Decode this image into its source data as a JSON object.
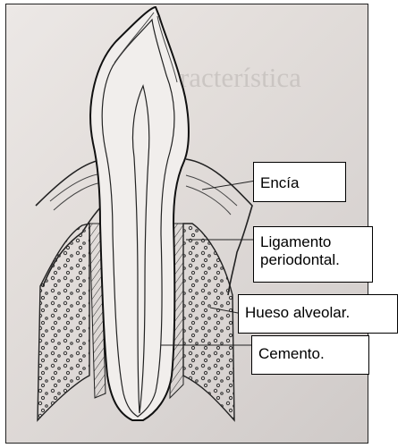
{
  "background_text": ": característica",
  "labels": {
    "encia": "Encía",
    "ligamento": "Ligamento\nperiodontal.",
    "hueso": "Hueso alveolar.",
    "cemento": "Cemento."
  }
}
